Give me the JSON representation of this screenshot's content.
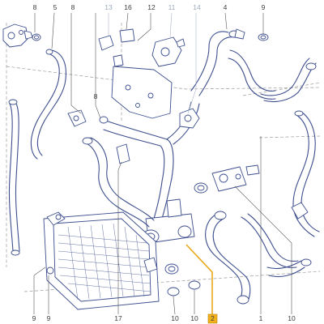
{
  "diagram": {
    "callouts": [
      {
        "id": "c8a",
        "label": "8"
      },
      {
        "id": "c5",
        "label": "5"
      },
      {
        "id": "c8b",
        "label": "8"
      },
      {
        "id": "c13",
        "label": "13",
        "faded": true
      },
      {
        "id": "c16",
        "label": "16"
      },
      {
        "id": "c12",
        "label": "12"
      },
      {
        "id": "c11",
        "label": "11",
        "faded": true
      },
      {
        "id": "c14",
        "label": "14",
        "faded": true
      },
      {
        "id": "c4",
        "label": "4"
      },
      {
        "id": "c9a",
        "label": "9"
      },
      {
        "id": "c8c",
        "label": "8"
      },
      {
        "id": "c9b",
        "label": "9"
      },
      {
        "id": "c9c",
        "label": "9"
      },
      {
        "id": "c17",
        "label": "17"
      },
      {
        "id": "c10a",
        "label": "10"
      },
      {
        "id": "c10b",
        "label": "10"
      },
      {
        "id": "c2",
        "label": "2",
        "highlight": true
      },
      {
        "id": "c1",
        "label": "1"
      },
      {
        "id": "c10c",
        "label": "10"
      }
    ],
    "colors": {
      "line": "#3d4e8e",
      "highlight": "#f2b21c",
      "faded_label": "#9aa8bc"
    }
  }
}
